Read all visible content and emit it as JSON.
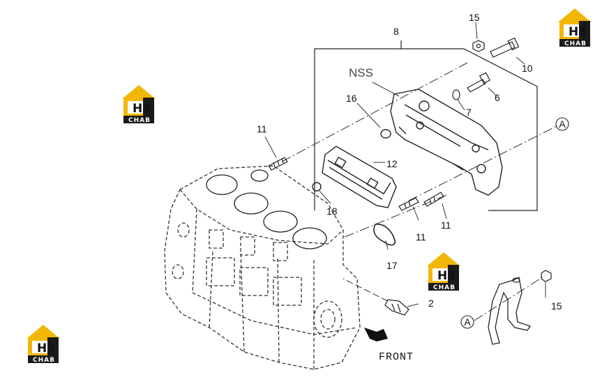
{
  "logo": {
    "top_text": "H3",
    "bottom_text": "CHAB",
    "color": "#f2b705",
    "dark": "#1a1a1a"
  },
  "callouts": {
    "c15a": "15",
    "c10": "10",
    "c8": "8",
    "c6": "6",
    "c7": "7",
    "c16": "16",
    "c11a": "11",
    "c12": "12",
    "c18": "18",
    "c11b": "11",
    "c11c": "11",
    "c17": "17",
    "c2": "2",
    "c15b": "15",
    "refA1": "A",
    "refA2": "A"
  },
  "nss_label": "NSS",
  "front_label": "FRONT"
}
